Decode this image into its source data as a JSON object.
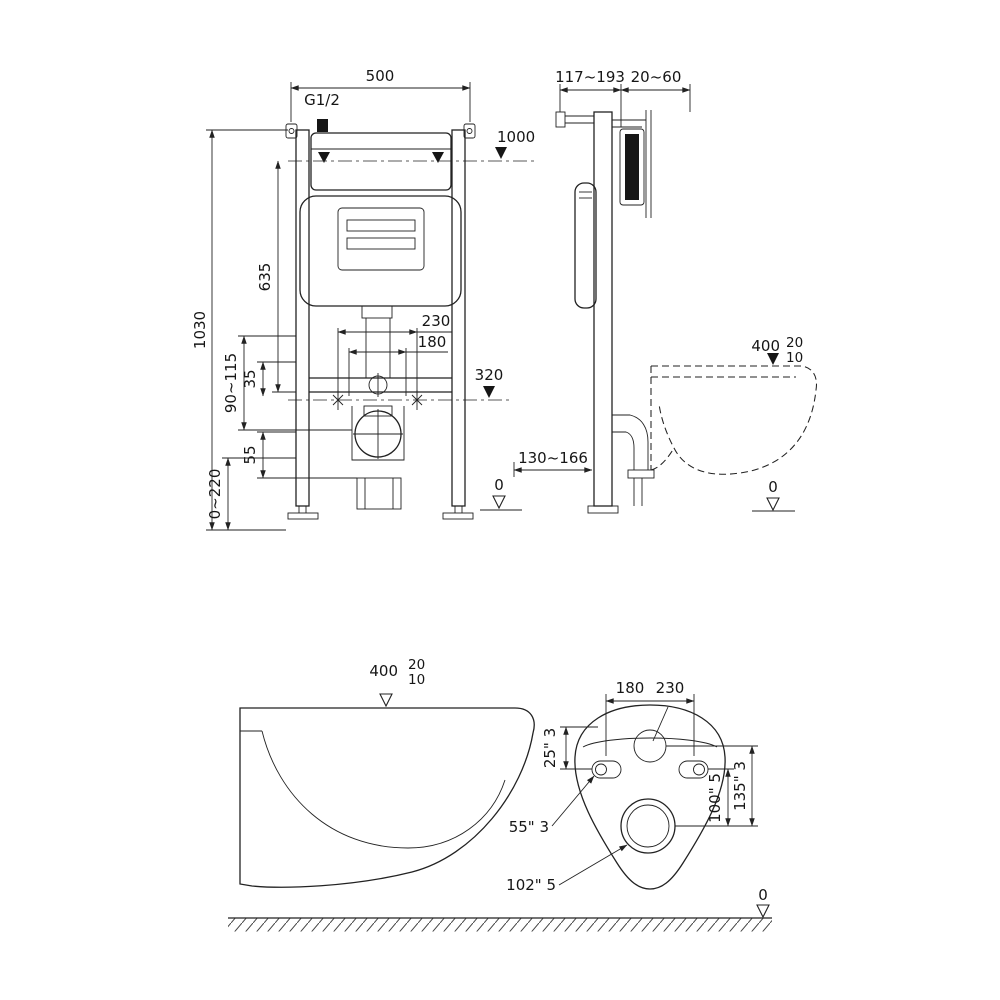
{
  "front_view": {
    "w500": "500",
    "g12": "G1/2",
    "h1000": "1000",
    "h1030": "1030",
    "h635": "635",
    "r90115": "90~115",
    "d35": "35",
    "d55": "55",
    "r0220": "0~220",
    "d230": "230",
    "d180": "180",
    "d320": "320",
    "zero": "0"
  },
  "side_view": {
    "r117193": "117~193",
    "r2060": "20~60",
    "d400": "400",
    "t20": "20",
    "t10": "10",
    "r130166": "130~166",
    "zero": "0"
  },
  "bowl_side": {
    "d400": "400",
    "t20": "20",
    "t10": "10"
  },
  "rear_view": {
    "d180": "180",
    "d230": "230",
    "d25": "25\" 3",
    "d55": "55\" 3",
    "d102": "102\" 5",
    "d100": "100\" 5",
    "d135": "135\" 3",
    "zero": "0"
  },
  "colors": {
    "line": "#222222",
    "fill_black": "#161616",
    "background": "#ffffff"
  }
}
